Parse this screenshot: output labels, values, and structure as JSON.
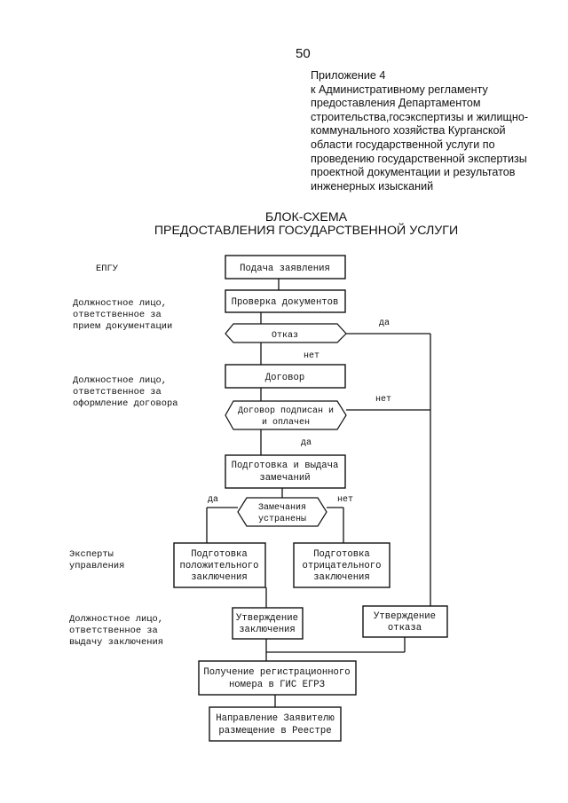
{
  "page_number": "50",
  "appendix": [
    "Приложение 4",
    "к Административному регламенту",
    "предоставления Департаментом",
    "строительства,госэкспертизы и жилищно-",
    "коммунального хозяйства Курганской",
    "области государственной услуги по",
    "проведению государственной экспертизы",
    "проектной документации и результатов",
    "инженерных изысканий"
  ],
  "title": [
    "БЛОК-СХЕМА",
    "ПРЕДОСТАВЛЕНИЯ ГОСУДАРСТВЕННОЙ УСЛУГИ"
  ],
  "roles": {
    "egpu": [
      "ЕПГУ"
    ],
    "reception": [
      "Должностное лицо,",
      "ответственное за",
      "прием документации"
    ],
    "contract": [
      "Должностное лицо,",
      "ответственное за",
      "оформление договора"
    ],
    "experts": [
      "Эксперты",
      "управления"
    ],
    "issuance": [
      "Должностное лицо,",
      "ответственное за",
      "выдачу заключения"
    ]
  },
  "steps": {
    "submit": [
      "Подача заявления"
    ],
    "check": [
      "Проверка документов"
    ],
    "refusal_q": [
      "Отказ"
    ],
    "contract": [
      "Договор"
    ],
    "signed_q": [
      "Договор подписан и",
      "и оплачен"
    ],
    "remarks": [
      "Подготовка и выдача",
      "замечаний"
    ],
    "fixed_q": [
      "Замечания",
      "устранены"
    ],
    "positive": [
      "Подготовка",
      "положительного",
      "заключения"
    ],
    "negative": [
      "Подготовка",
      "отрицательного",
      "заключения"
    ],
    "approve_concl": [
      "Утверждение",
      "заключения"
    ],
    "approve_refusal": [
      "Утверждение",
      "отказа"
    ],
    "registration": [
      "Получение регистрационного",
      "номера в ГИС ЕГРЗ"
    ],
    "direction": [
      "Направление Заявителю",
      "размещение в Реестре"
    ]
  },
  "branches": {
    "refusal_yes": "да",
    "refusal_no": "нет",
    "signed_no": "нет",
    "signed_yes": "да",
    "fixed_yes": "да",
    "fixed_no": "нет"
  }
}
